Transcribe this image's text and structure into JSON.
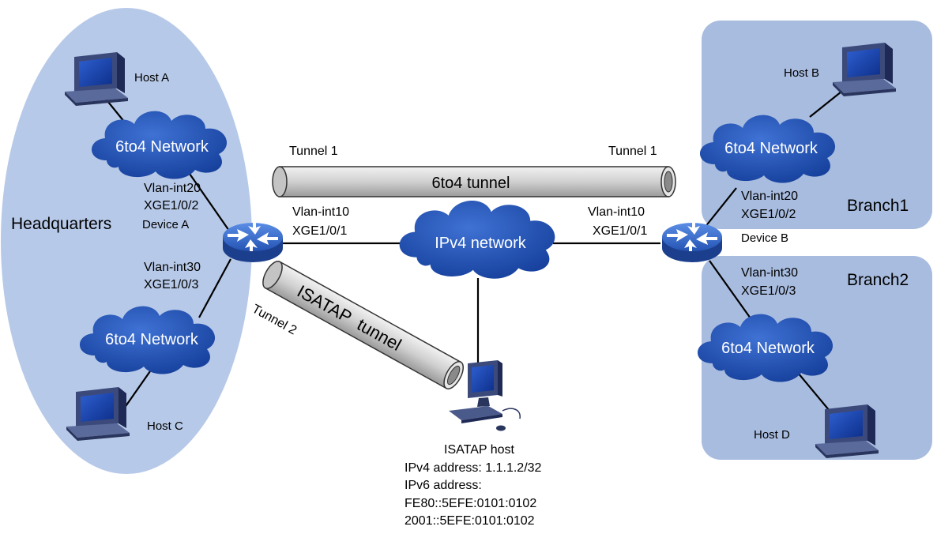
{
  "headquarters": {
    "title": "Headquarters",
    "host_a": "Host A",
    "host_c": "Host C",
    "cloud_top": "6to4 Network",
    "cloud_bottom": "6to4 Network",
    "device": "Device A",
    "port_top_vlan": "Vlan-int20",
    "port_top_if": "XGE1/0/2",
    "port_bottom_vlan": "Vlan-int30",
    "port_bottom_if": "XGE1/0/3",
    "port_right_vlan": "Vlan-int10",
    "port_right_if": "XGE1/0/1"
  },
  "branch1": {
    "title": "Branch1",
    "host": "Host B",
    "cloud": "6to4 Network",
    "port_vlan": "Vlan-int20",
    "port_if": "XGE1/0/2"
  },
  "branch2": {
    "title": "Branch2",
    "host": "Host D",
    "cloud": "6to4 Network",
    "port_vlan": "Vlan-int30",
    "port_if": "XGE1/0/3"
  },
  "device_b": {
    "name": "Device B",
    "port_left_vlan": "Vlan-int10",
    "port_left_if": "XGE1/0/1"
  },
  "core": {
    "cloud": "IPv4 network"
  },
  "tunnels": {
    "sixto4_label": "6to4 tunnel",
    "tunnel1_left": "Tunnel 1",
    "tunnel1_right": "Tunnel 1",
    "isatap_label": "ISATAP  tunnel",
    "tunnel2": "Tunnel 2"
  },
  "isatap_host": {
    "title": "ISATAP host",
    "ipv4": "IPv4 address: 1.1.1.2/32",
    "ipv6_label": "IPv6 address:",
    "ipv6_1": "FE80::5EFE:0101:0102",
    "ipv6_2": "2001::5EFE:0101:0102"
  },
  "colors": {
    "region_fill": "#b7c9e8",
    "cloud_fill": "#1f4fb3",
    "tunnel_fill": "#cfcfcf",
    "router_fill": "#2f66c8"
  }
}
